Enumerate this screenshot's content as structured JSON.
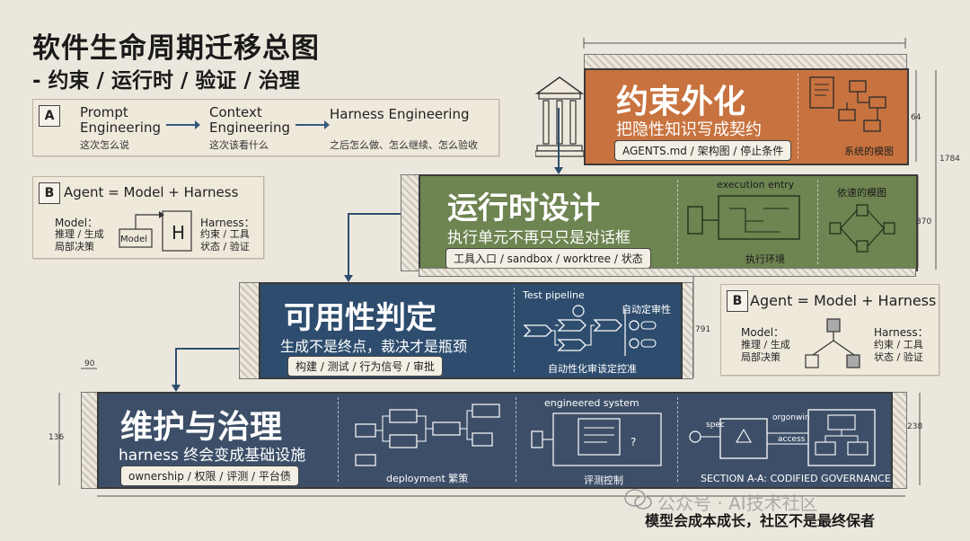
{
  "header": {
    "title": "软件生命周期迁移总图",
    "subtitle": "- 约束 / 运行时 / 验证 / 治理"
  },
  "panel_a": {
    "tag": "A",
    "stages": [
      {
        "term": "Prompt\nEngineering",
        "caption": "这次怎么说"
      },
      {
        "term": "Context\nEngineering",
        "caption": "这次该看什么"
      },
      {
        "term": "Harness Engineering",
        "caption": "之后怎么做、怎么继续、怎么验收"
      }
    ]
  },
  "panel_b_left": {
    "tag": "B",
    "formula": "Agent = Model + Harness",
    "model_label": "Model：",
    "model_desc": "推理 / 生成\n局部决策",
    "box_model": "Model",
    "box_h": "H",
    "harness_label": "Harness：",
    "harness_desc": "约束 / 工具\n状态 / 验证"
  },
  "panel_b_right": {
    "tag": "B",
    "formula": "Agent  = Model + Harness",
    "model_label": "Model：",
    "model_desc": "推理 / 生成\n局部决策",
    "harness_label": "Harness：",
    "harness_desc": "约束 / 工具\n状态 / 验证"
  },
  "bands": [
    {
      "title": "约束外化",
      "subtitle": "把隐性知识写成契约",
      "pill": "AGENTS.md / 架构图 / 停止条件",
      "caption": "系统的模图",
      "dim": "64"
    },
    {
      "title": "运行时设计",
      "subtitle": "执行单元不再只只是对话框",
      "pill": "工具入口 / sandbox / worktree / 状态",
      "label_entry": "execution entry",
      "label_env": "执行环境",
      "label_graph": "依速的模图",
      "dim": "370"
    },
    {
      "title": "可用性判定",
      "subtitle": "生成不是终点，裁决才是瓶颈",
      "pill": "构建 / 测试 / 行为信号 / 审批",
      "label_pipeline": "Test pipeline",
      "label_auto": "自动定审性",
      "label_bottom": "自动性化审该定控准",
      "dim": "791"
    },
    {
      "title": "维护与治理",
      "subtitle": "harness 终会变成基础设施",
      "pill": "ownership / 权限 / 评测 / 平台债",
      "label_deploy": "deployment 繁策",
      "label_engineered": "engineered system",
      "label_eval": "评测控制",
      "label_section": "SECTION A-A: CODIFIED GOVERNANCE",
      "label_spec": "spec",
      "label_orgonwin": "orgonwin",
      "label_access": "access",
      "dim": "238"
    }
  ],
  "dims": {
    "right_total": "1784",
    "left_height": "136",
    "top_offset": "90"
  },
  "watermark": {
    "line1": "公众号 · AI技术社区",
    "line2": "模型会成本成长，社区不是最终保者"
  },
  "colors": {
    "band1": "#c8733f",
    "band2": "#6e8451",
    "band3": "#2e4d6e",
    "band4": "#3d4f68",
    "background": "#ece7dc"
  }
}
